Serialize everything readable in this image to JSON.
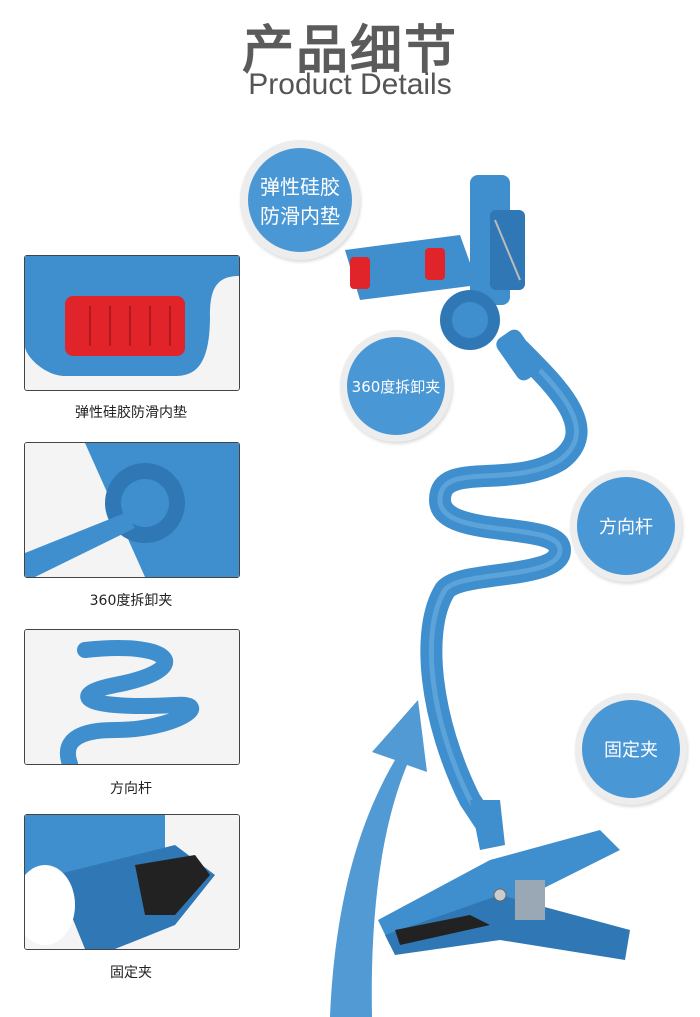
{
  "header": {
    "title_cn": "产品细节",
    "title_en": "Product Details"
  },
  "thumbnails": [
    {
      "caption": "弹性硅胶防滑内垫"
    },
    {
      "caption": "360度拆卸夹"
    },
    {
      "caption": "方向杆"
    },
    {
      "caption": "固定夹"
    }
  ],
  "callouts": {
    "pad_line1": "弹性硅胶",
    "pad_line2": "防滑内垫",
    "rotate": "360度拆卸夹",
    "rod": "方向杆",
    "clip": "固定夹"
  },
  "colors": {
    "product_blue": "#3f8fce",
    "bubble_blue": "#4a97d6",
    "pad_red": "#e0242a"
  }
}
